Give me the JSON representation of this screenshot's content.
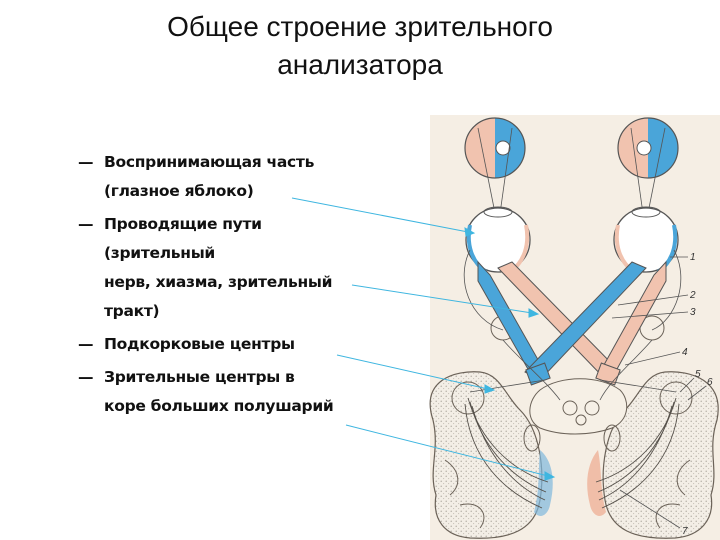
{
  "title": {
    "line1": "Общее строение зрительного",
    "line2": "анализатора"
  },
  "items": [
    {
      "dash": "—",
      "lines": [
        "Воспринимающая часть",
        "(глазное яблоко)"
      ]
    },
    {
      "dash": "—",
      "lines": [
        "Проводящие пути",
        "(зрительный",
        "нерв, хиазма, зрительный",
        "тракт)"
      ]
    },
    {
      "dash": "—",
      "lines": [
        "Подкорковые центры"
      ]
    },
    {
      "dash": "—",
      "lines": [
        "Зрительные центры в",
        "коре больших полушарий"
      ]
    }
  ],
  "figure_labels": [
    "1",
    "2",
    "3",
    "4",
    "5",
    "6",
    "7"
  ],
  "colors": {
    "blue": "#5aa9d8",
    "pink": "#f2c0aa",
    "cortex": "#efe9df",
    "pointer": "#3fb6e0"
  }
}
